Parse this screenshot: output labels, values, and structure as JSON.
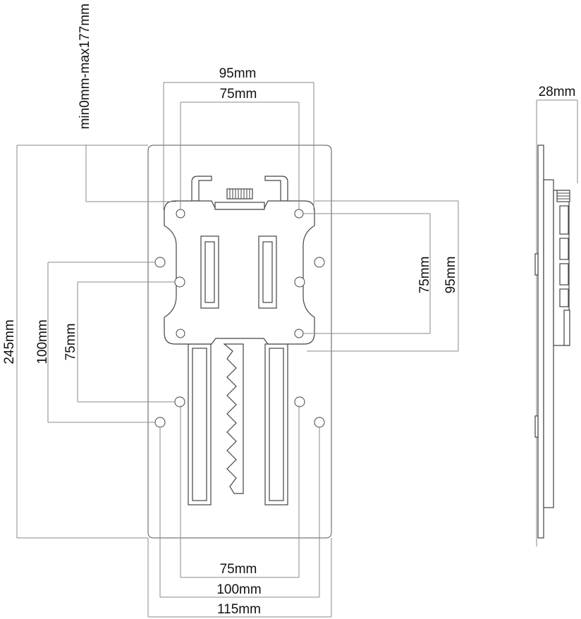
{
  "labels": {
    "top_outer": "95mm",
    "top_inner": "75mm",
    "adjust": "min0mm-max177mm",
    "right_inner": "75mm",
    "right_outer": "95mm",
    "height_total": "245mm",
    "left_outer": "100mm",
    "left_inner": "75mm",
    "bottom_inner": "75mm",
    "bottom_mid": "100mm",
    "bottom_outer": "115mm",
    "depth": "28mm"
  },
  "colors": {
    "line": "#555555",
    "dimension": "#8a8a8a",
    "text": "#111111"
  }
}
